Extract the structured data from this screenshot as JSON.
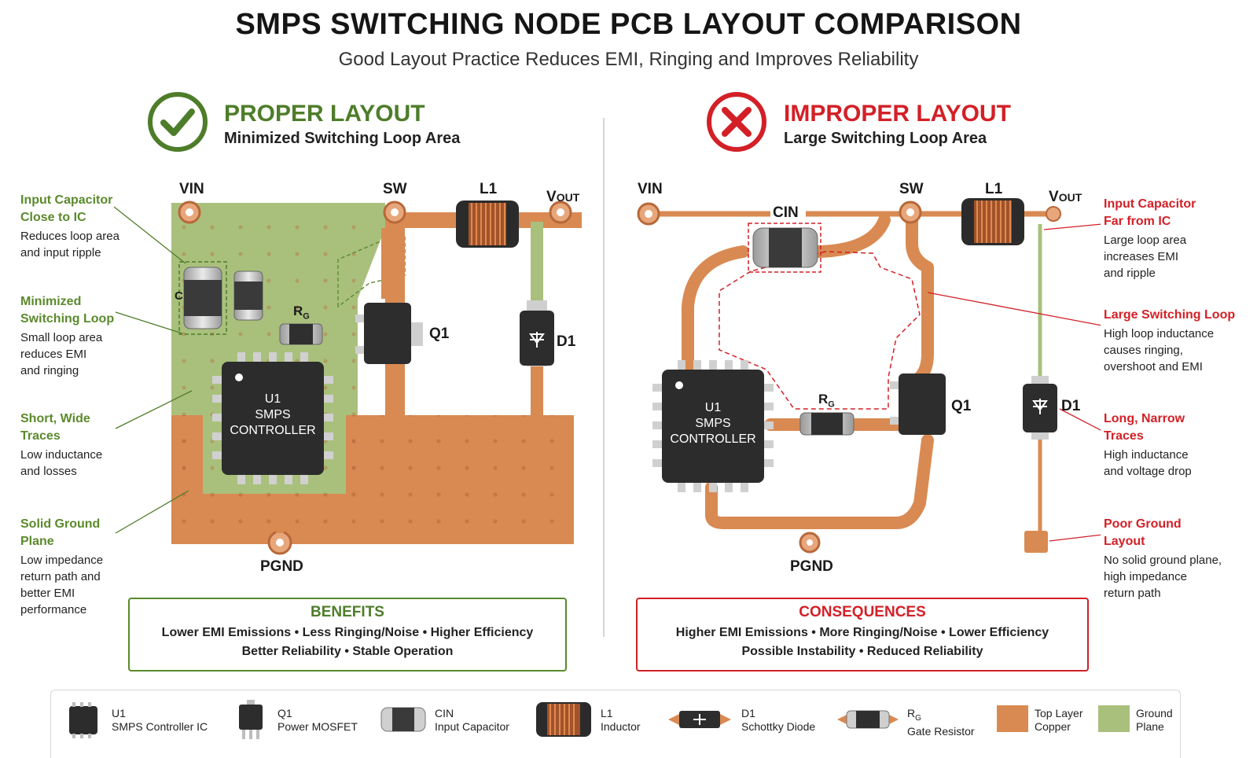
{
  "header": {
    "title": "SMPS SWITCHING NODE PCB LAYOUT COMPARISON",
    "subtitle": "Good Layout Practice Reduces EMI, Ringing and Improves Reliability"
  },
  "proper": {
    "title": "PROPER LAYOUT",
    "subtitle": "Minimized Switching Loop Area",
    "labels": {
      "vin": "VIN",
      "sw": "SW",
      "l1": "L1",
      "vout_main": "V",
      "vout_sub": "OUT",
      "q1": "Q1",
      "d1": "D1",
      "rg_main": "R",
      "rg_sub": "G",
      "pgnd": "PGND",
      "cap": "C"
    },
    "chip": {
      "line1": "U1",
      "line2": "SMPS",
      "line3": "CONTROLLER"
    },
    "annotations": [
      {
        "title1": "Input Capacitor",
        "title2": "Close to IC",
        "body": [
          "Reduces loop area",
          "and input ripple"
        ]
      },
      {
        "title1": "Minimized",
        "title2": "Switching Loop",
        "body": [
          "Small loop area",
          "reduces EMI",
          "and ringing"
        ]
      },
      {
        "title1": "Short, Wide",
        "title2": "Traces",
        "body": [
          "Low inductance",
          "and losses"
        ]
      },
      {
        "title1": "Solid Ground",
        "title2": "Plane",
        "body": [
          "Low impedance",
          "return path and",
          "better EMI",
          "performance"
        ]
      }
    ],
    "box": {
      "title": "BENEFITS",
      "line1": "Lower EMI Emissions  •  Less Ringing/Noise  •  Higher Efficiency",
      "line2": "Better Reliability  •  Stable Operation"
    }
  },
  "improper": {
    "title": "IMPROPER LAYOUT",
    "subtitle": "Large Switching Loop Area",
    "labels": {
      "vin": "VIN",
      "cin": "CIN",
      "sw": "SW",
      "l1": "L1",
      "vout_main": "V",
      "vout_sub": "OUT",
      "q1": "Q1",
      "d1": "D1",
      "rg_main": "R",
      "rg_sub": "G",
      "pgnd": "PGND"
    },
    "chip": {
      "line1": "U1",
      "line2": "SMPS",
      "line3": "CONTROLLER"
    },
    "annotations": [
      {
        "title1": "Input Capacitor",
        "title2": "Far from IC",
        "body": [
          "Large loop area",
          "increases EMI",
          "and ripple"
        ]
      },
      {
        "title1": "Large Switching Loop",
        "title2": "",
        "body": [
          "High loop inductance",
          "causes ringing,",
          "overshoot and EMI"
        ]
      },
      {
        "title1": "Long, Narrow",
        "title2": "Traces",
        "body": [
          "High inductance",
          "and voltage drop"
        ]
      },
      {
        "title1": "Poor Ground",
        "title2": "Layout",
        "body": [
          "No solid ground plane,",
          "high impedance",
          "return path"
        ]
      }
    ],
    "box": {
      "title": "CONSEQUENCES",
      "line1": "Higher EMI Emissions  •  More Ringing/Noise  •  Lower Efficiency",
      "line2": "Possible Instability  •  Reduced Reliability"
    }
  },
  "legend": [
    {
      "icon": "ic-chip-icon",
      "name": "U1",
      "desc": "SMPS Controller IC"
    },
    {
      "icon": "mosfet-icon",
      "name": "Q1",
      "desc": "Power MOSFET"
    },
    {
      "icon": "capacitor-icon",
      "name": "CIN",
      "desc": "Input Capacitor"
    },
    {
      "icon": "inductor-icon",
      "name": "L1",
      "desc": "Inductor"
    },
    {
      "icon": "diode-icon",
      "name": "D1",
      "desc": "Schottky Diode"
    },
    {
      "icon": "resistor-icon",
      "name_main": "R",
      "name_sub": "G",
      "desc": "Gate Resistor"
    },
    {
      "icon": "copper-swatch-icon",
      "name": "Top Layer",
      "desc": "Copper"
    },
    {
      "icon": "ground-swatch-icon",
      "name": "Ground",
      "desc": "Plane"
    }
  ],
  "colors": {
    "green": "#4e7d2a",
    "red": "#d32027",
    "copper": "#d98a52",
    "ground_plane": "#a9c07c",
    "chip": "#2c2c2c"
  }
}
